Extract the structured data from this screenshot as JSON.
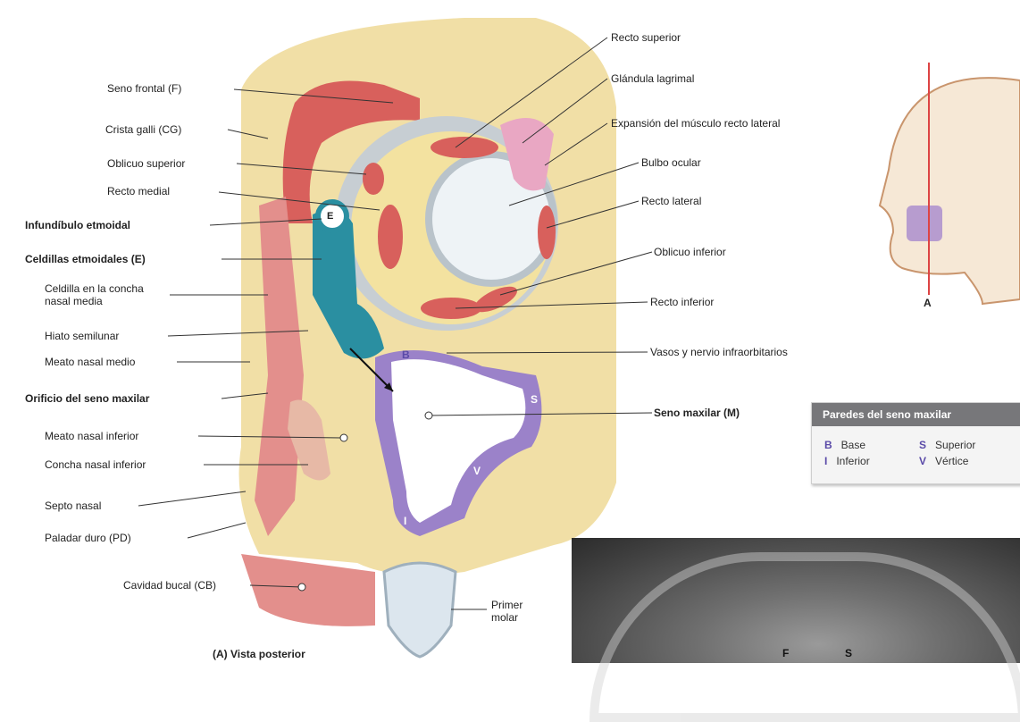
{
  "labels": {
    "recto_superior": "Recto superior",
    "glandula_lagrimal": "Glándula lagrimal",
    "expansion_recto_lateral": "Expansión del músculo recto lateral",
    "bulbo_ocular": "Bulbo ocular",
    "recto_lateral": "Recto lateral",
    "oblicuo_inferior": "Oblicuo inferior",
    "recto_inferior": "Recto inferior",
    "vasos_infraorbitarios": "Vasos y nervio infraorbitarios",
    "seno_maxilar": "Seno maxilar (M)",
    "seno_frontal": "Seno frontal (F)",
    "crista_galli": "Crista galli (CG)",
    "oblicuo_superior": "Oblicuo superior",
    "recto_medial": "Recto medial",
    "infundibulo": "Infundíbulo etmoidal",
    "celdillas": "Celdillas etmoidales (E)",
    "celdilla_concha": "Celdilla en la concha nasal media",
    "hiato": "Hiato semilunar",
    "meato_medio": "Meato nasal medio",
    "orificio": "Orificio del seno maxilar",
    "meato_inferior": "Meato nasal inferior",
    "concha_inferior": "Concha nasal inferior",
    "septo": "Septo nasal",
    "paladar": "Paladar duro (PD)",
    "cavidad": "Cavidad bucal (CB)",
    "primer_molar": "Primer molar",
    "vista": "(A) Vista posterior",
    "head_letter": "A",
    "sinus_letter_e": "E",
    "sinus_letter_b": "B",
    "sinus_letter_s": "S",
    "sinus_letter_v": "V",
    "sinus_letter_i": "I"
  },
  "legend": {
    "title": "Paredes del seno maxilar",
    "items": [
      {
        "key": "B",
        "label": "Base"
      },
      {
        "key": "S",
        "label": "Superior"
      },
      {
        "key": "I",
        "label": "Inferior"
      },
      {
        "key": "V",
        "label": "Vértice"
      }
    ]
  },
  "xray": {
    "letter_f": "F",
    "letter_s": "S"
  },
  "colors": {
    "bone": "#f1dfa6",
    "muscle": "#d8605c",
    "mucosa": "#e38f8c",
    "ethmoid_cells": "#2a8fa1",
    "maxillary_wall": "#9b82c9",
    "eyeball": "#eef3f6",
    "gland": "#e9a7c3",
    "background_gray": "#c9c3bd"
  }
}
